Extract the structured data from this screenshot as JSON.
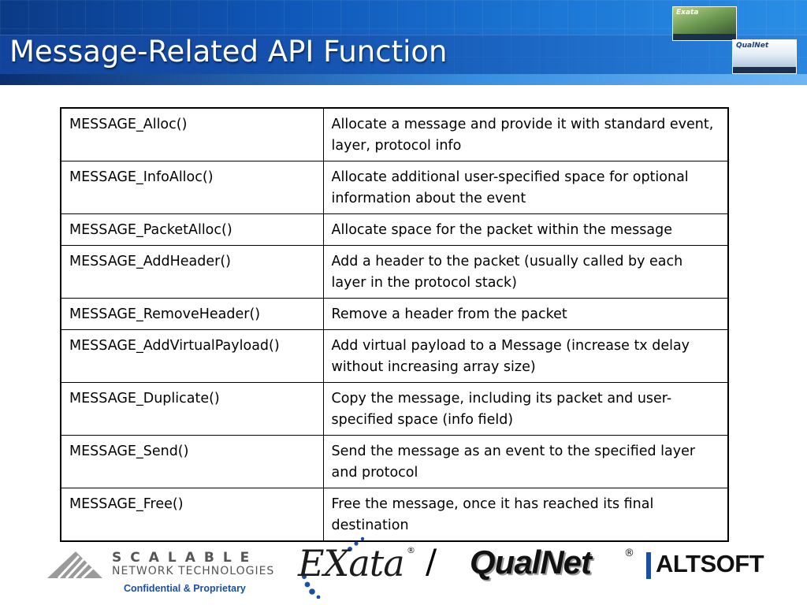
{
  "header": {
    "title": "Message-Related API Function",
    "thumb_exata_label": "Exata",
    "thumb_qualnet_label": "QualNet"
  },
  "table": {
    "rows": [
      {
        "function": "MESSAGE_Alloc()",
        "description": "Allocate a message and provide it with standard event, layer, protocol info"
      },
      {
        "function": "MESSAGE_InfoAlloc()",
        "description": "Allocate additional user-specified space for optional information about the event"
      },
      {
        "function": "MESSAGE_PacketAlloc()",
        "description": "Allocate space for the packet within the message"
      },
      {
        "function": "MESSAGE_AddHeader()",
        "description": "Add a header to the packet (usually called by each layer in the protocol stack)"
      },
      {
        "function": "MESSAGE_RemoveHeader()",
        "description": "Remove a header from the packet"
      },
      {
        "function": "MESSAGE_AddVirtualPayload()",
        "description": "Add virtual payload to a Message (increase tx delay without increasing array size)"
      },
      {
        "function": "MESSAGE_Duplicate()",
        "description": "Copy the message, including its packet and user-specified space (info field)"
      },
      {
        "function": "MESSAGE_Send()",
        "description": "Send the message as an event to the specified layer and protocol"
      },
      {
        "function": "MESSAGE_Free()",
        "description": "Free the message, once it has reached its final destination"
      }
    ]
  },
  "footer": {
    "snt_wordmark": "SCALABLE",
    "snt_subtitle": "NETWORK TECHNOLOGIES",
    "confidential": "Confidential & Proprietary",
    "exata": "EXata",
    "registered": "®",
    "separator": "/",
    "qualnet": "QualNet",
    "altsoft": "ALTSOFT"
  },
  "colors": {
    "header_blue": "#0f57b8",
    "confidential_blue": "#1a4fa8"
  }
}
